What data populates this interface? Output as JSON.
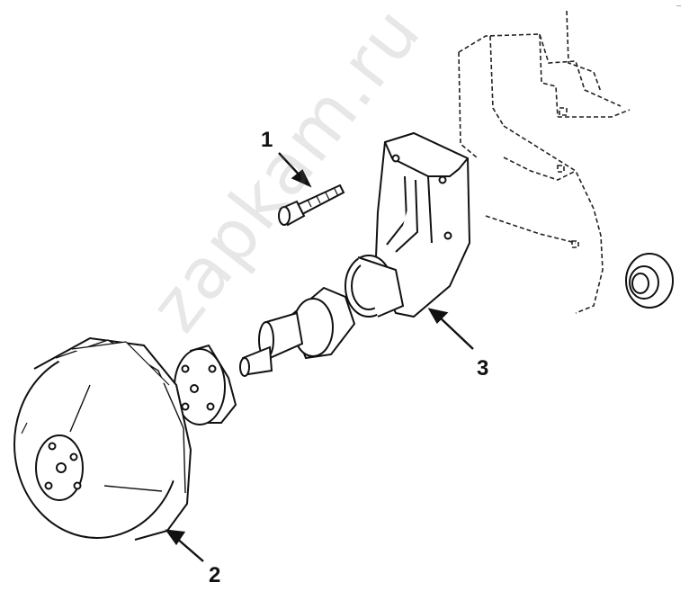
{
  "diagram": {
    "callouts": [
      "1",
      "2",
      "3"
    ],
    "watermark": "zapkam.ru",
    "corner_mark": "~"
  },
  "colors": {
    "ink": "#111111",
    "engine_dash": "#222222",
    "background": "#ffffff"
  }
}
